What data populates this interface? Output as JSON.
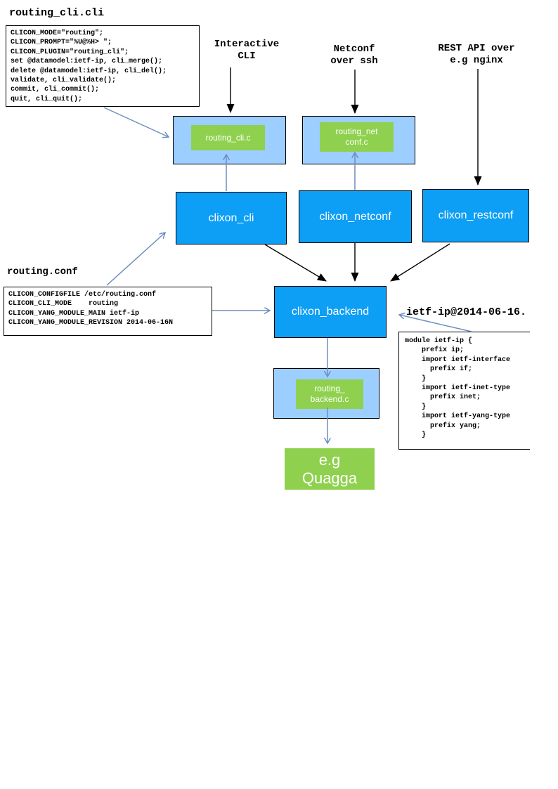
{
  "cli_file": {
    "title": "routing_cli.cli",
    "lines": [
      "CLICON_MODE=\"routing\";",
      "CLICON_PROMPT=\"%U@%H> \";",
      "CLICON_PLUGIN=\"routing_cli\";",
      "set @datamodel:ietf-ip, cli_merge();",
      "delete @datamodel:ietf-ip, cli_del();",
      "validate, cli_validate();",
      "commit, cli_commit();",
      "quit, cli_quit();"
    ]
  },
  "conf_file": {
    "title": "routing.conf",
    "lines": [
      "CLICON_CONFIGFILE /etc/routing.conf",
      "CLICON_CLI_MODE    routing",
      "CLICON_YANG_MODULE_MAIN ietf-ip",
      "CLICON_YANG_MODULE_REVISION 2014-06-16N"
    ]
  },
  "yang_file": {
    "title": "ietf-ip@2014-06-16.",
    "lines": [
      "module ietf-ip {",
      "    prefix ip;",
      "    import ietf-interface",
      "      prefix if;",
      "    }",
      "    import ietf-inet-type",
      "      prefix inet;",
      "    }",
      "    import ietf-yang-type",
      "      prefix yang;",
      "    }"
    ]
  },
  "labels": {
    "interactive": [
      "Interactive",
      "CLI"
    ],
    "netconf": [
      "Netconf",
      "over ssh"
    ],
    "rest": [
      "REST API over",
      "e.g nginx"
    ]
  },
  "nodes": {
    "cli": "clixon_cli",
    "netconf": "clixon_netconf",
    "restconf": "clixon_restconf",
    "backend": "clixon_backend",
    "cli_plugin": "routing_cli.c",
    "netconf_plugin": [
      "routing_net",
      "conf.c"
    ],
    "backend_plugin": [
      "routing_",
      "backend.c"
    ],
    "quagga": [
      "e.g",
      "Quagga"
    ]
  },
  "colors": {
    "node_blue": "#0d9ef5",
    "panel_blue": "#9cceff",
    "green": "#8fd14f",
    "arrow_blue": "#6d8ebf",
    "ink": "#000000"
  }
}
